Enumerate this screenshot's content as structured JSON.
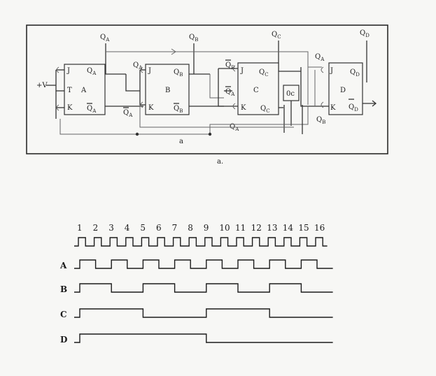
{
  "circuit": {
    "caption": "a.",
    "vcc_label": "+V",
    "bottom_label": "a",
    "inverter_label": "0c",
    "outputs": [
      {
        "id": "QA",
        "main": "Q",
        "sub": "A"
      },
      {
        "id": "QB",
        "main": "Q",
        "sub": "B"
      },
      {
        "id": "QC",
        "main": "Q",
        "sub": "C"
      },
      {
        "id": "QD",
        "main": "Q",
        "sub": "D"
      }
    ],
    "flipflops": [
      {
        "name": "A",
        "j": "J",
        "t": "T",
        "k": "K",
        "q": "Q",
        "qsub": "A",
        "qb": "Q",
        "qbsub": "A"
      },
      {
        "name": "B",
        "j": "J",
        "k": "K",
        "q": "Q",
        "qsub": "B",
        "qb": "Q",
        "qbsub": "B"
      },
      {
        "name": "C",
        "j": "J",
        "k": "K",
        "q": "Q",
        "qsub": "C",
        "qb": "Q",
        "qbsub": "C"
      },
      {
        "name": "D",
        "j": "J",
        "k": "K",
        "q": "Q",
        "qsub": "D",
        "qb": "Q",
        "qbsub": "D"
      }
    ],
    "input_labels": [
      {
        "id": "qa_to_b",
        "main": "Q",
        "sub": "A"
      },
      {
        "id": "qabar_to_b",
        "main": "Q",
        "sub": "A"
      },
      {
        "id": "qbbar_to_c",
        "main": "Q",
        "sub": "B"
      },
      {
        "id": "qabar_to_c",
        "main": "Q",
        "sub": "A"
      },
      {
        "id": "qa_bottom",
        "main": "Q",
        "sub": "A"
      },
      {
        "id": "qa_to_d",
        "main": "Q",
        "sub": "A"
      },
      {
        "id": "qb_to_d",
        "main": "Q",
        "sub": "B"
      }
    ]
  },
  "timing": {
    "pulse_numbers": [
      "1",
      "2",
      "3",
      "4",
      "5",
      "6",
      "7",
      "8",
      "9",
      "10",
      "11",
      "12",
      "13",
      "14",
      "15",
      "16"
    ],
    "rows": [
      {
        "name": "A",
        "levels": [
          1,
          0,
          1,
          0,
          1,
          0,
          1,
          0,
          1,
          0,
          1,
          0,
          1,
          0,
          1,
          0
        ]
      },
      {
        "name": "B",
        "levels": [
          1,
          1,
          0,
          0,
          1,
          1,
          0,
          0,
          1,
          1,
          0,
          0,
          1,
          1,
          0,
          0
        ]
      },
      {
        "name": "C",
        "levels": [
          1,
          1,
          1,
          1,
          0,
          0,
          0,
          0,
          1,
          1,
          1,
          1,
          0,
          0,
          0,
          0
        ]
      },
      {
        "name": "D",
        "levels": [
          1,
          1,
          1,
          1,
          1,
          1,
          1,
          1,
          0,
          0,
          0,
          0,
          0,
          0,
          0,
          0
        ]
      }
    ]
  }
}
